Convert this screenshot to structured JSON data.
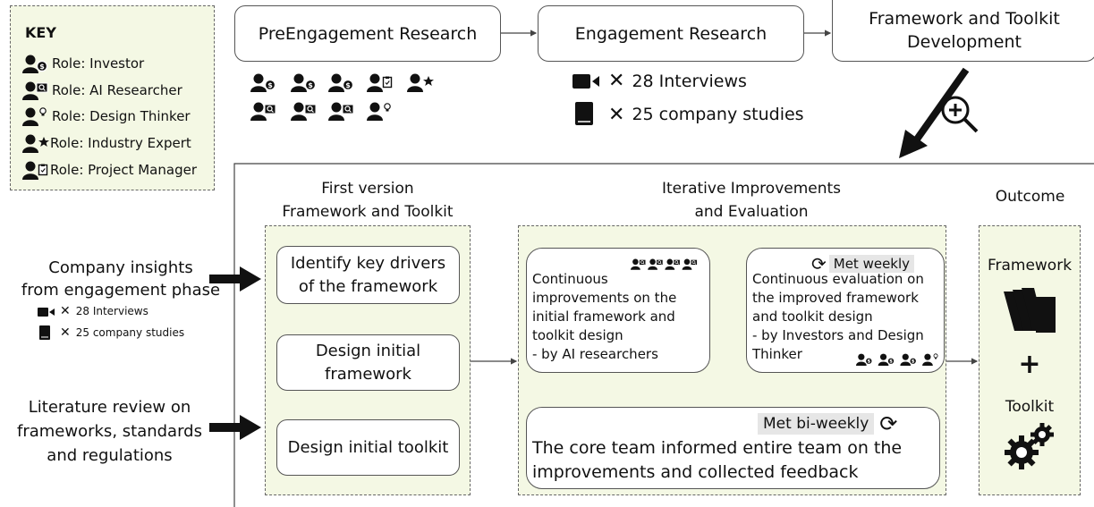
{
  "key": {
    "title": "KEY",
    "items": [
      {
        "icon": "investor-icon",
        "label": "Role: Investor"
      },
      {
        "icon": "ai-researcher-icon",
        "label": "Role: AI Researcher"
      },
      {
        "icon": "design-thinker-icon",
        "label": "Role: Design Thinker"
      },
      {
        "icon": "industry-expert-icon",
        "label": "Role: Industry Expert"
      },
      {
        "icon": "project-manager-icon",
        "label": "Role: Project Manager"
      }
    ]
  },
  "phases": {
    "pre": "PreEngagement Research",
    "engagement": "Engagement Research",
    "framework_line1": "Framework and Toolkit",
    "framework_line2": "Development"
  },
  "engagement_stats": {
    "interviews": "28 Interviews",
    "studies": "25 company studies"
  },
  "sections": {
    "first_line1": "First version",
    "first_line2": "Framework and Toolkit",
    "iter_line1": "Iterative Improvements",
    "iter_line2": "and Evaluation",
    "outcome": "Outcome"
  },
  "inputs": {
    "company_line1": "Company insights",
    "company_line2": "from engagement phase",
    "company_interviews": "28 Interviews",
    "company_studies": "25 company studies",
    "lit_line1": "Literature review on",
    "lit_line2": "frameworks, standards",
    "lit_line3": "and regulations"
  },
  "steps": {
    "s1_line1": "Identify key drivers",
    "s1_line2": "of the framework",
    "s2_line1": "Design initial",
    "s2_line2": "framework",
    "s3": "Design initial toolkit"
  },
  "iterative": {
    "improve_line1": "Continuous",
    "improve_line2": "improvements on the",
    "improve_line3": "initial framework and",
    "improve_line4": "toolkit design",
    "improve_line5": "- by AI researchers",
    "weekly": "Met weekly",
    "eval_line1": "Continuous evaluation on",
    "eval_line2": "the improved framework",
    "eval_line3": "and toolkit design",
    "eval_line4": "- by Investors and Design",
    "eval_line5": "Thinker",
    "biweekly": "Met bi-weekly",
    "core_line1": "The core team informed entire team on the",
    "core_line2": "improvements and collected feedback"
  },
  "outcome": {
    "framework": "Framework",
    "plus": "+",
    "toolkit": "Toolkit"
  }
}
